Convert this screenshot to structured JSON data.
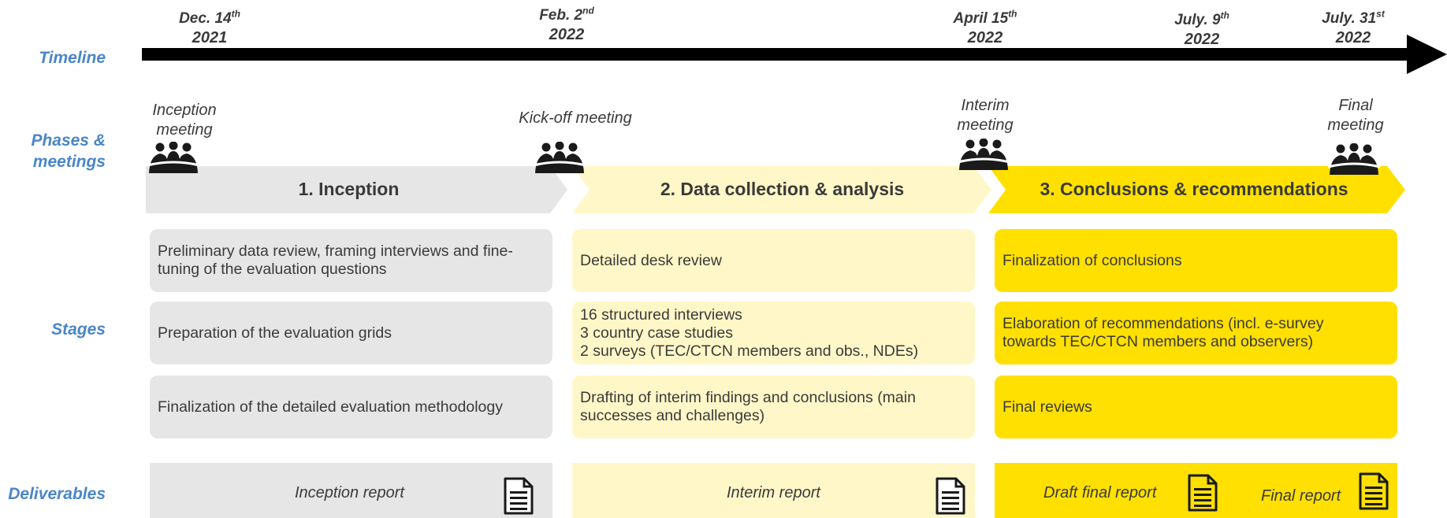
{
  "row_labels": {
    "timeline": "Timeline",
    "phases_line1": "Phases &",
    "phases_line2": "meetings",
    "stages": "Stages",
    "deliverables": "Deliverables"
  },
  "dates": [
    {
      "main": "Dec. 14",
      "sup": "th",
      "year": "2021"
    },
    {
      "main": "Feb. 2",
      "sup": "nd",
      "year": "2022"
    },
    {
      "main": "April 15",
      "sup": "th",
      "year": "2022"
    },
    {
      "main": "July. 9",
      "sup": "th",
      "year": "2022"
    },
    {
      "main": "July. 31",
      "sup": "st",
      "year": "2022"
    }
  ],
  "meetings": [
    {
      "line1": "Inception",
      "line2": "meeting",
      "icon": "group-meeting-icon"
    },
    {
      "line1": "Kick-off meeting",
      "line2": "",
      "icon": "group-meeting-icon"
    },
    {
      "line1": "Interim",
      "line2": "meeting",
      "icon": "group-meeting-icon"
    },
    {
      "line1": "Final",
      "line2": "meeting",
      "icon": "group-meeting-icon"
    }
  ],
  "phases": [
    {
      "label": "1. Inception",
      "color": "#e6e6e6"
    },
    {
      "label": "2. Data collection & analysis",
      "color": "#fff7c7"
    },
    {
      "label": "3. Conclusions & recommendations",
      "color": "#ffe000"
    }
  ],
  "stages": {
    "inception": [
      "Preliminary data review, framing interviews and fine-\ntuning of the evaluation questions",
      "Preparation of the evaluation grids",
      "Finalization of the detailed evaluation methodology"
    ],
    "data_collection": [
      "Detailed desk review",
      "16 structured interviews\n3 country case studies\n2 surveys (TEC/CTCN members and obs., NDEs)",
      "Drafting of interim findings and conclusions (main\nsuccesses and challenges)"
    ],
    "conclusions": [
      "Finalization of conclusions",
      "Elaboration of recommendations (incl. e-survey\ntowards TEC/CTCN members and observers)",
      "Final reviews"
    ]
  },
  "deliverables": [
    {
      "label": "Inception report",
      "icon": "document-icon"
    },
    {
      "label": "Interim report",
      "icon": "document-icon"
    },
    {
      "label": "Draft final report",
      "icon": "document-icon"
    },
    {
      "label": "Final report",
      "icon": "document-icon"
    }
  ],
  "colors": {
    "grey": "#e6e6e6",
    "light_yellow": "#fff7c7",
    "yellow": "#ffe000",
    "label_blue": "#4a86c8",
    "arrow": "#000000"
  }
}
